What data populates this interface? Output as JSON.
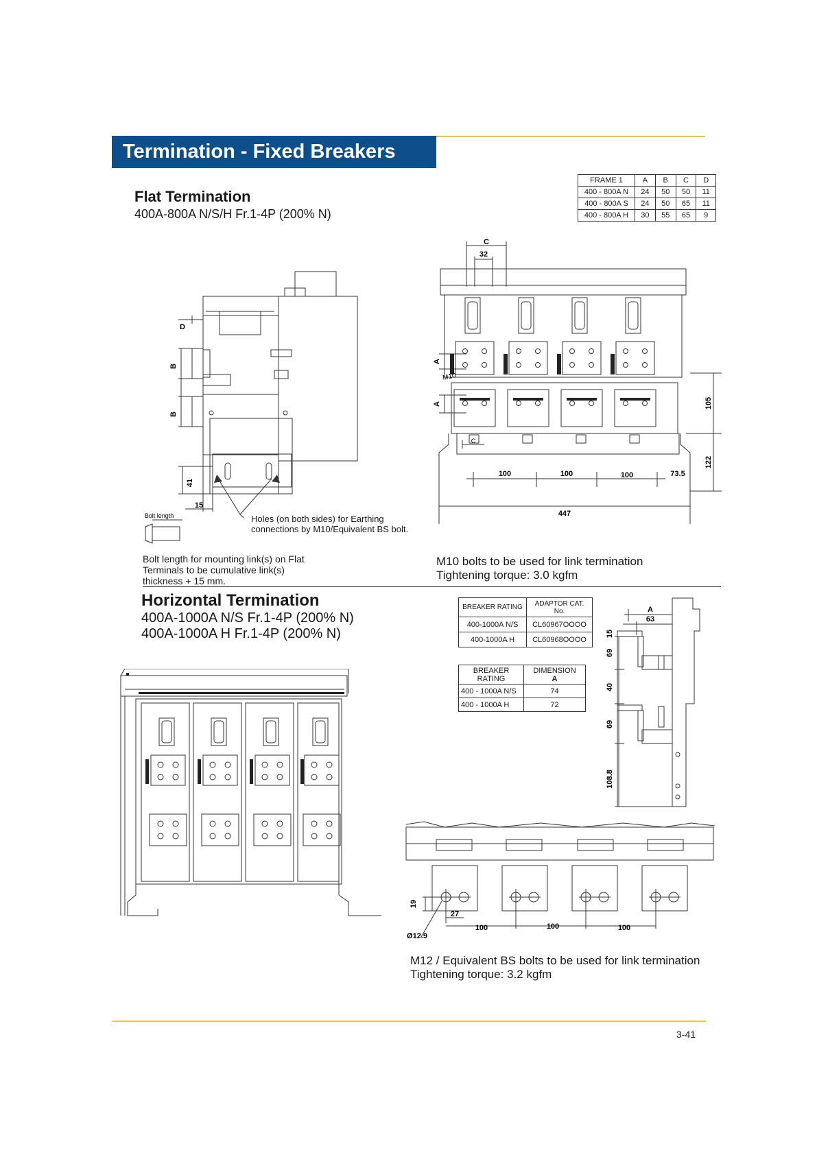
{
  "header": {
    "title": "Termination - Fixed Breakers"
  },
  "flat": {
    "title": "Flat Termination",
    "subtitle": "400A-800A N/S/H Fr.1-4P (200% N)",
    "table": {
      "headers": [
        "FRAME 1",
        "A",
        "B",
        "C",
        "D"
      ],
      "rows": [
        [
          "400 - 800A N",
          "24",
          "50",
          "50",
          "11"
        ],
        [
          "400 - 800A S",
          "24",
          "50",
          "65",
          "11"
        ],
        [
          "400 - 800A H",
          "30",
          "55",
          "65",
          "9"
        ]
      ]
    },
    "side_labels": {
      "d": "D",
      "b1": "B",
      "b2": "B",
      "d41": "41",
      "d15": "15"
    },
    "bolt_label": "Bolt length",
    "holes_note": "Holes (on both sides) for Earthing connections by M10/Equivalent BS bolt.",
    "bolt_note": "Bolt length for mounting link(s) on Flat Terminals to be cumulative link(s) thickness  + 15 mm.",
    "front_labels": {
      "c": "C",
      "c_inner": "C",
      "d32": "32",
      "a1": "A",
      "a2": "A",
      "m10": "M10",
      "d105": "105",
      "d122": "122",
      "d100a": "100",
      "d100b": "100",
      "d100c": "100",
      "d735": "73.5",
      "d447": "447"
    },
    "m10_note_1": "M10 bolts to be used for link termination",
    "m10_note_2": "Tightening torque: 3.0 kgfm"
  },
  "horizontal": {
    "title": "Horizontal Termination",
    "subtitle_1": "400A-1000A N/S Fr.1-4P (200% N)",
    "subtitle_2": "400A-1000A H Fr.1-4P (200% N)",
    "adaptor_table": {
      "headers": [
        "BREAKER RATING",
        "ADAPTOR CAT. No."
      ],
      "rows": [
        [
          "400-1000A N/S",
          "CL60967OOOO"
        ],
        [
          "400-1000A H",
          "CL60968OOOO"
        ]
      ]
    },
    "dimension_table": {
      "header_1": "BREAKER RATING",
      "header_2_line1": "DIMENSION",
      "header_2_line2": "A",
      "rows": [
        [
          "400 - 1000A N/S",
          "74"
        ],
        [
          "400 - 1000A H",
          "72"
        ]
      ]
    },
    "side_labels": {
      "a": "A",
      "d63": "63",
      "d15": "15",
      "d69a": "69",
      "d40": "40",
      "d69b": "69",
      "d1088": "108.8"
    },
    "bottom_labels": {
      "d19": "19",
      "d27": "27",
      "dia": "Ø12.9",
      "d100a": "100",
      "d100b": "100",
      "d100c": "100"
    },
    "m12_note_1": "M12 / Equivalent BS bolts to be used for link termination",
    "m12_note_2": "Tightening torque: 3.2 kgfm"
  },
  "footer": {
    "page_number": "3-41"
  },
  "colors": {
    "banner": "#0d4f8b",
    "accent_line": "#f0c040"
  }
}
